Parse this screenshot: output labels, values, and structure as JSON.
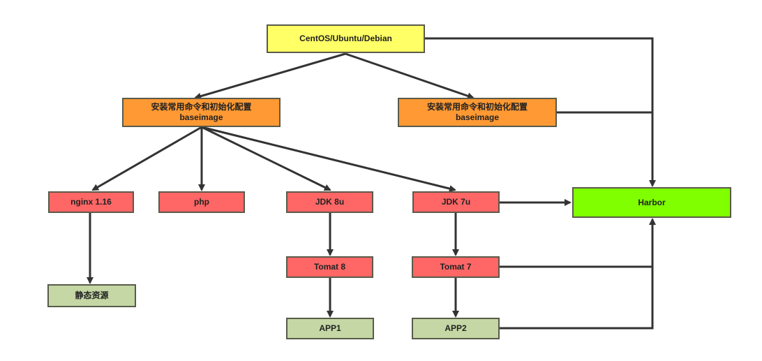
{
  "diagram": {
    "nodes": {
      "os": {
        "label": "CentOS/Ubuntu/Debian",
        "color": "#ffff66"
      },
      "base_left": {
        "line1": "安装常用命令和初始化配置",
        "line2": "baseimage",
        "color": "#ff9933"
      },
      "base_right": {
        "line1": "安装常用命令和初始化配置",
        "line2": "baseimage",
        "color": "#ff9933"
      },
      "nginx": {
        "label": "nginx 1.16",
        "color": "#ff6666"
      },
      "php": {
        "label": "php",
        "color": "#ff6666"
      },
      "jdk8": {
        "label": "JDK 8u",
        "color": "#ff6666"
      },
      "jdk7": {
        "label": "JDK 7u",
        "color": "#ff6666"
      },
      "static": {
        "label": "静态资源",
        "color": "#c4d7a4"
      },
      "tomcat8": {
        "label": "Tomat 8",
        "color": "#ff6666"
      },
      "tomcat7": {
        "label": "Tomat 7",
        "color": "#ff6666"
      },
      "app1": {
        "label": "APP1",
        "color": "#c4d7a4"
      },
      "app2": {
        "label": "APP2",
        "color": "#c4d7a4"
      },
      "harbor": {
        "label": "Harbor",
        "color": "#80ff00"
      }
    },
    "edge_color": "#333333"
  }
}
